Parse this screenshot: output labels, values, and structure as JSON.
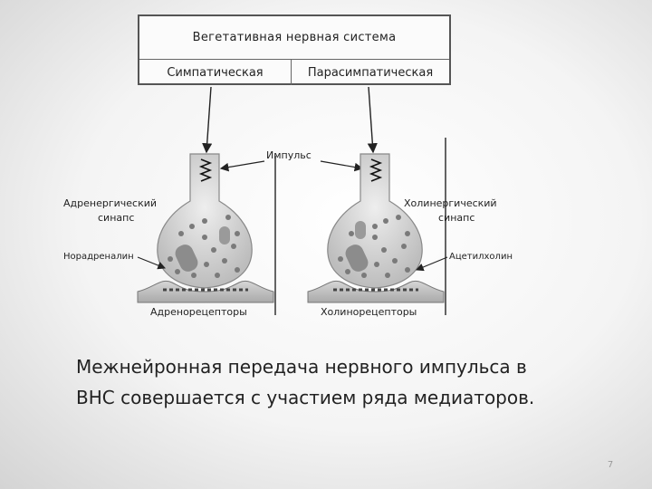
{
  "table": {
    "title": "Вегетативная нервная система",
    "left": "Симпатическая",
    "right": "Парасимпатическая"
  },
  "labels": {
    "impulse": "Импульс",
    "adrenergic_line1": "Адренергический",
    "adrenergic_line2": "синапс",
    "cholinergic_line1": "Холинергический",
    "cholinergic_line2": "синапс",
    "noradrenaline": "Норадреналин",
    "acetylcholine": "Ацетилхолин",
    "adrenoreceptors": "Адренорецепторы",
    "cholinoreceptors": "Холинорецепторы"
  },
  "caption": {
    "line1": "Межнейронная  передача нервного импульса в",
    "line2": "ВНС совершается с участием ряда медиаторов."
  },
  "page_number": "7"
}
